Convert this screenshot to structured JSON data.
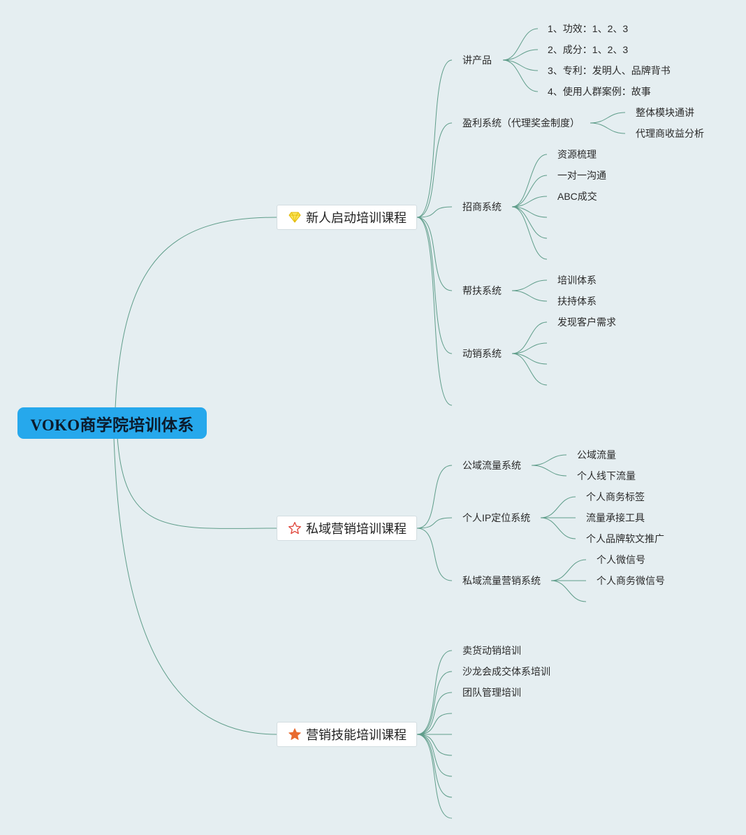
{
  "root": {
    "label": "VOKO商学院培训体系"
  },
  "branches": [
    {
      "label": "新人启动培训课程",
      "icon": "diamond-icon",
      "children": [
        {
          "label": "讲产品",
          "children": [
            "1、功效：1、2、3",
            "2、成分：1、2、3",
            "3、专利：发明人、品牌背书",
            "4、使用人群案例：故事"
          ]
        },
        {
          "label": "盈利系统（代理奖金制度）",
          "children": [
            "整体模块通讲",
            "代理商收益分析"
          ]
        },
        {
          "label": "招商系统",
          "children": [
            "资源梳理",
            "一对一沟通",
            "ABC成交",
            "",
            "",
            ""
          ]
        },
        {
          "label": "帮扶系统",
          "children": [
            "培训体系",
            "扶持体系"
          ]
        },
        {
          "label": "动销系统",
          "children": [
            "发现客户需求",
            "",
            "",
            ""
          ]
        },
        {
          "label": "",
          "children": []
        }
      ]
    },
    {
      "label": "私域营销培训课程",
      "icon": "star-outline-icon",
      "children": [
        {
          "label": "公域流量系统",
          "children": [
            "公域流量",
            "个人线下流量"
          ]
        },
        {
          "label": "个人IP定位系统",
          "children": [
            "个人商务标签",
            "流量承接工具",
            "个人品牌软文推广"
          ]
        },
        {
          "label": "私域流量营销系统",
          "children": [
            "个人微信号",
            "个人商务微信号",
            ""
          ]
        }
      ]
    },
    {
      "label": "营销技能培训课程",
      "icon": "star-filled-icon",
      "children": [
        {
          "label": "卖货动销培训",
          "children": []
        },
        {
          "label": "沙龙会成交体系培训",
          "children": []
        },
        {
          "label": "团队管理培训",
          "children": []
        },
        {
          "label": "",
          "children": []
        },
        {
          "label": "",
          "children": []
        },
        {
          "label": "",
          "children": []
        },
        {
          "label": "",
          "children": []
        },
        {
          "label": "",
          "children": []
        },
        {
          "label": "",
          "children": []
        }
      ]
    }
  ],
  "colors": {
    "background": "#e5eef1",
    "root": "#26a8ec",
    "edge": "#5f9d8a",
    "diamond": "#f5d21c",
    "star_outline": "#e0473c",
    "star_filled": "#e86a2f"
  }
}
